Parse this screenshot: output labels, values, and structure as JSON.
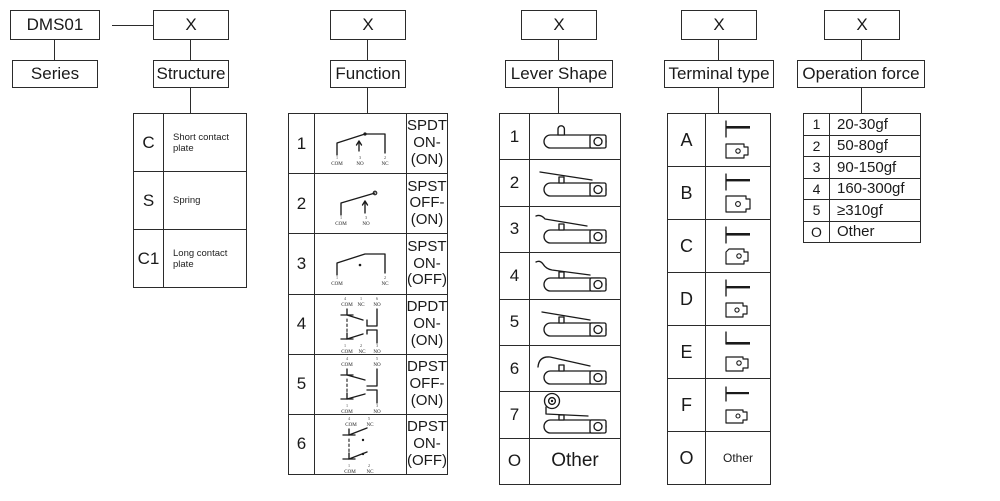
{
  "header": {
    "series_code": "DMS01",
    "series_label": "Series",
    "dash": "—",
    "placeholder": "X",
    "columns": [
      {
        "label": "Structure"
      },
      {
        "label": "Function"
      },
      {
        "label": "Lever Shape"
      },
      {
        "label": "Terminal type"
      },
      {
        "label": "Operation force"
      }
    ]
  },
  "structure": {
    "title": "Structure",
    "rows": [
      {
        "code": "C",
        "desc": "Short contact plate"
      },
      {
        "code": "S",
        "desc": "Spring"
      },
      {
        "code": "C1",
        "desc": "Long contact plate"
      }
    ]
  },
  "function": {
    "title": "Function",
    "rows": [
      {
        "code": "1",
        "type": "SPDT",
        "state": "ON-(ON)",
        "poles": "single",
        "terminals_bottom": [
          "COM",
          "NO",
          "NC"
        ],
        "terminal_numbers_bottom": [
          "1",
          "3",
          "2"
        ]
      },
      {
        "code": "2",
        "type": "SPST",
        "state": "OFF-(ON)",
        "poles": "single",
        "terminals_bottom": [
          "COM",
          "NO"
        ],
        "terminal_numbers_bottom": [
          "1",
          "3"
        ]
      },
      {
        "code": "3",
        "type": "SPST",
        "state": "ON-(OFF)",
        "poles": "single",
        "terminals_bottom": [
          "COM",
          "NC"
        ],
        "terminal_numbers_bottom": [
          "1",
          "2"
        ]
      },
      {
        "code": "4",
        "type": "DPDT",
        "state": "ON-(ON)",
        "poles": "double",
        "terminals_top": [
          "COM",
          "NC",
          "NO"
        ],
        "terminal_numbers_top": [
          "4",
          "1",
          "6"
        ],
        "terminals_bottom": [
          "COM",
          "NC",
          "NO"
        ],
        "terminal_numbers_bottom": [
          "1",
          "2",
          "3"
        ]
      },
      {
        "code": "5",
        "type": "DPST",
        "state": "OFF-(ON)",
        "poles": "double",
        "terminals_top": [
          "COM",
          "NO"
        ],
        "terminal_numbers_top": [
          "4",
          "5"
        ],
        "terminals_bottom": [
          "COM",
          "NO"
        ],
        "terminal_numbers_bottom": [
          "1",
          "3"
        ]
      },
      {
        "code": "6",
        "type": "DPST",
        "state": "ON-(OFF)",
        "poles": "double",
        "terminals_top": [
          "COM",
          "NC"
        ],
        "terminal_numbers_top": [
          "4",
          "5"
        ],
        "terminals_bottom": [
          "COM",
          "NC"
        ],
        "terminal_numbers_bottom": [
          "1",
          "2"
        ]
      }
    ]
  },
  "lever": {
    "title": "Lever Shape",
    "rows": [
      {
        "code": "1",
        "shape": "plain-plunger"
      },
      {
        "code": "2",
        "shape": "straight-lever"
      },
      {
        "code": "3",
        "shape": "hooked-lever-short"
      },
      {
        "code": "4",
        "shape": "hooked-lever-long"
      },
      {
        "code": "5",
        "shape": "short-straight-lever"
      },
      {
        "code": "6",
        "shape": "curved-lever"
      },
      {
        "code": "7",
        "shape": "roller-lever"
      },
      {
        "code": "O",
        "label": "Other"
      }
    ]
  },
  "terminal": {
    "title": "Terminal type",
    "rows": [
      {
        "code": "A",
        "shape": "straight-tab-narrow"
      },
      {
        "code": "B",
        "shape": "straight-tab-wide"
      },
      {
        "code": "C",
        "shape": "angled-tab"
      },
      {
        "code": "D",
        "shape": "straight-tab-offset"
      },
      {
        "code": "E",
        "shape": "bent-corner-tab"
      },
      {
        "code": "F",
        "shape": "straight-tab-small"
      },
      {
        "code": "O",
        "label": "Other"
      }
    ]
  },
  "force": {
    "title": "Operation force",
    "rows": [
      {
        "code": "1",
        "value": "20-30gf"
      },
      {
        "code": "2",
        "value": "50-80gf"
      },
      {
        "code": "3",
        "value": "90-150gf"
      },
      {
        "code": "4",
        "value": "160-300gf"
      },
      {
        "code": "5",
        "value": "≥310gf"
      },
      {
        "code": "O",
        "value": "Other"
      }
    ]
  }
}
